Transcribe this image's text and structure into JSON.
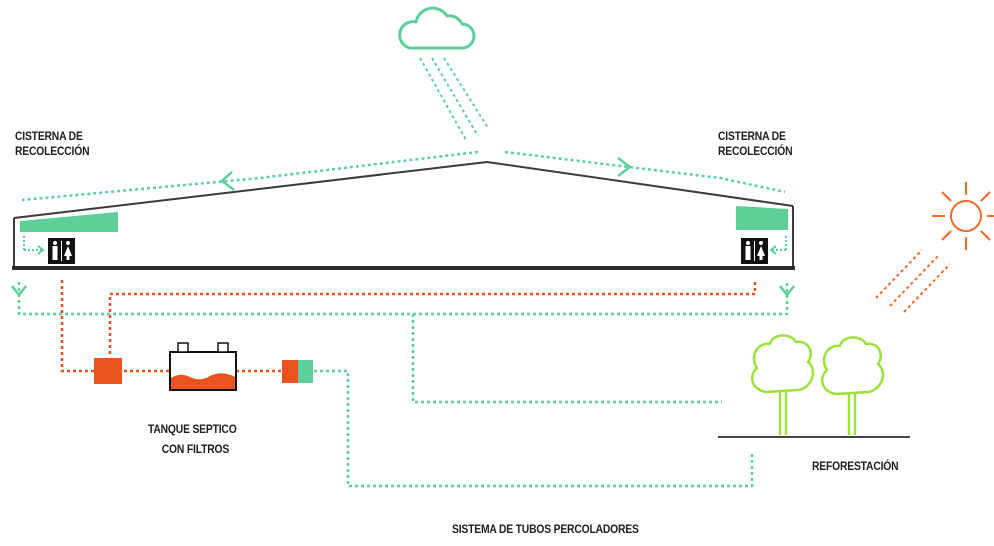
{
  "labels": {
    "cistern_left": [
      "CISTERNA DE",
      "RECOLECCIÓN"
    ],
    "cistern_right": [
      "CISTERNA DE",
      "RECOLECCIÓN"
    ],
    "septic_tank": [
      "TANQUE SEPTICO",
      "CON FILTROS"
    ],
    "reforestation": "REFORESTACIÓN",
    "percolator_system": "SISTEMA DE TUBOS PERCOLADORES"
  },
  "colors": {
    "rain_line": "#5fcf9a",
    "cistern_fill": "#5fcf9a",
    "sewage_line": "#e8531e",
    "filter_box": "#e8531e",
    "sun": "#f06a2a",
    "tree": "#9be23a",
    "building_outline": "#333333"
  },
  "icons": [
    "cloud-icon",
    "sun-icon",
    "restroom-icon",
    "tree-icon"
  ]
}
